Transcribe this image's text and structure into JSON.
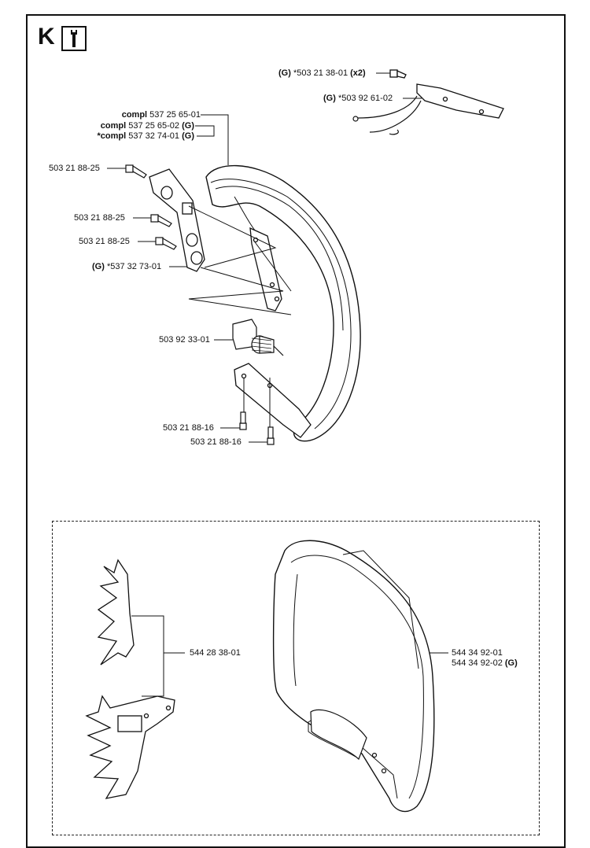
{
  "section_letter": "K",
  "icons": {
    "tool": "wrench-icon"
  },
  "labels": {
    "top_bolt": "(G) *503 21 38-01 (x2)",
    "top_bracket": "(G) *503 92 61-02",
    "compl_1": "compl 537 25 65-01",
    "compl_2": "compl 537 25 65-02 (G)",
    "compl_3": "*compl 537 32 74-01 (G)",
    "screw_a": "503 21 88-25",
    "screw_b": "503 21 88-25",
    "screw_c": "503 21 88-25",
    "bracket_g": "(G) *537 32 73-01",
    "spring": "503 92 33-01",
    "screw_d": "503 21 88-16",
    "screw_e": "503 21 88-16",
    "spike": "544 28 38-01",
    "handle_1": "544 34 92-01",
    "handle_2": "544 34 92-02 (G)"
  }
}
